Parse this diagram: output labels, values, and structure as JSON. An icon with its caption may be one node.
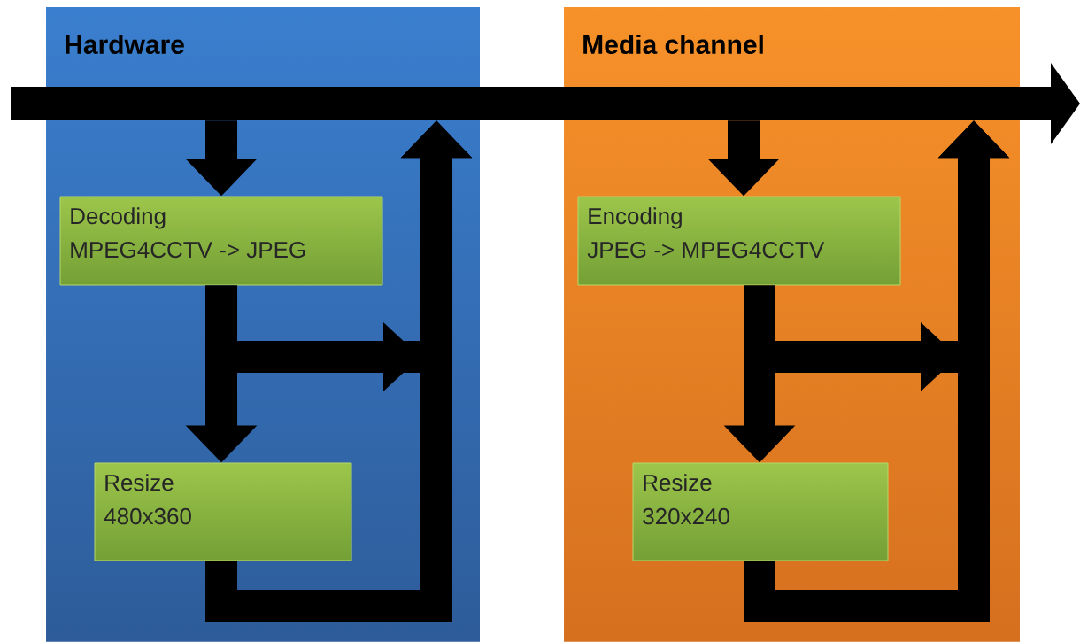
{
  "diagram": {
    "nodes": [
      {
        "text": [
          "Hardware"
        ]
      },
      {
        "text": [
          "Decoding",
          "MPEG4CCTV -> JPEG"
        ],
        "in": 0
      },
      {
        "text": [
          "Resize",
          "480x360"
        ],
        "in": 0
      },
      {
        "text": [
          "Media channel"
        ]
      },
      {
        "text": [
          "Encoding",
          "JPEG -> MPEG4CCTV"
        ],
        "in": 3
      },
      {
        "text": [
          "Resize",
          "320x240"
        ],
        "in": 3
      },
      {
        "text": [],
        "shape": "arrow"
      }
    ],
    "edges": [
      {
        "from": 6,
        "to": 1,
        "arrow": "to"
      },
      {
        "from": 1,
        "to": 2,
        "arrow": "to"
      },
      {
        "from": 1,
        "to": 6,
        "arrow": "to"
      },
      {
        "from": 2,
        "to": 6,
        "arrow": "to"
      },
      {
        "from": 6,
        "to": 4,
        "arrow": "to"
      },
      {
        "from": 4,
        "to": 5,
        "arrow": "to"
      },
      {
        "from": 4,
        "to": 6,
        "arrow": "to"
      },
      {
        "from": 5,
        "to": 6,
        "arrow": "to"
      }
    ]
  }
}
